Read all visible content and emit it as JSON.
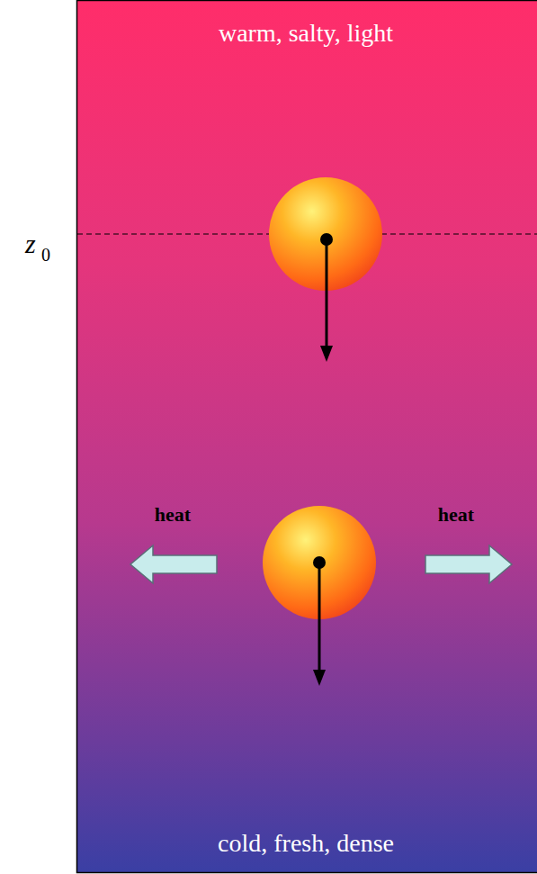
{
  "diagram": {
    "labels": [
      "warm, salty, light",
      "z",
      "0",
      "heat",
      "heat",
      "cold, fresh, dense"
    ]
  }
}
